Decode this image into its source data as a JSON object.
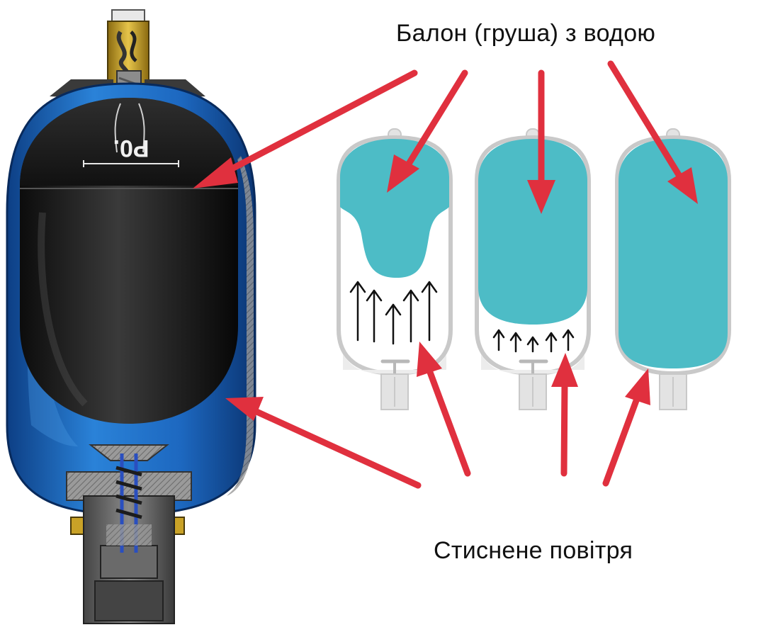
{
  "labels": {
    "water_bladder": "Балон (груша) з водою",
    "compressed_air": "Стиснене повітря"
  },
  "bladder_marking": "P0.",
  "colors": {
    "shell_blue": "#1f6fc6",
    "bladder_black": "#1b1b1b",
    "water_teal": "#4dbcc6",
    "arrow_red": "#e0303e",
    "outline_grey": "#c9c9c9",
    "brass": "#c9a227"
  },
  "stages": [
    {
      "name": "stage-low-water",
      "water_level": 0.35,
      "air_arrows": 5
    },
    {
      "name": "stage-medium-water",
      "water_level": 0.8,
      "air_arrows": 5
    },
    {
      "name": "stage-full-water",
      "water_level": 1.0,
      "air_arrows": 0
    }
  ]
}
